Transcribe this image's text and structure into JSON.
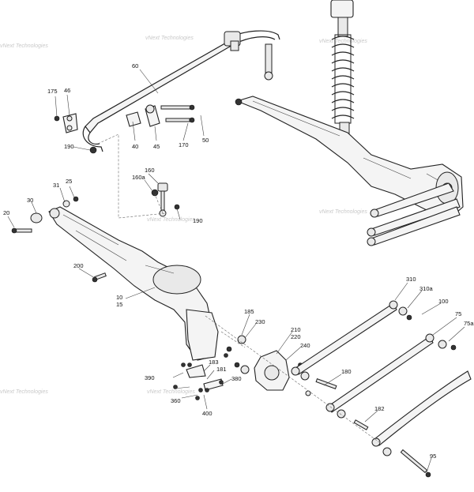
{
  "watermark_text": "vNext Technologies",
  "labels": {
    "l10": "10",
    "l15": "15",
    "l20": "20",
    "l25": "25",
    "l30": "30",
    "l31": "31",
    "l40": "40",
    "l45": "45",
    "l46": "46",
    "l50": "50",
    "l60": "60",
    "l75": "75",
    "l75a": "75a",
    "l95": "95",
    "l100": "100",
    "l160": "160",
    "l160a": "160a",
    "l170": "170",
    "l175": "175",
    "l180": "180",
    "l181": "181",
    "l182": "182",
    "l183": "183",
    "l185": "185",
    "l190a": "190",
    "l190b": "190",
    "l200": "200",
    "l210": "210",
    "l220": "220",
    "l230": "230",
    "l240": "240",
    "l310": "310",
    "l310a": "310a",
    "l360": "360",
    "l380": "380",
    "l390": "390",
    "l400": "400"
  }
}
